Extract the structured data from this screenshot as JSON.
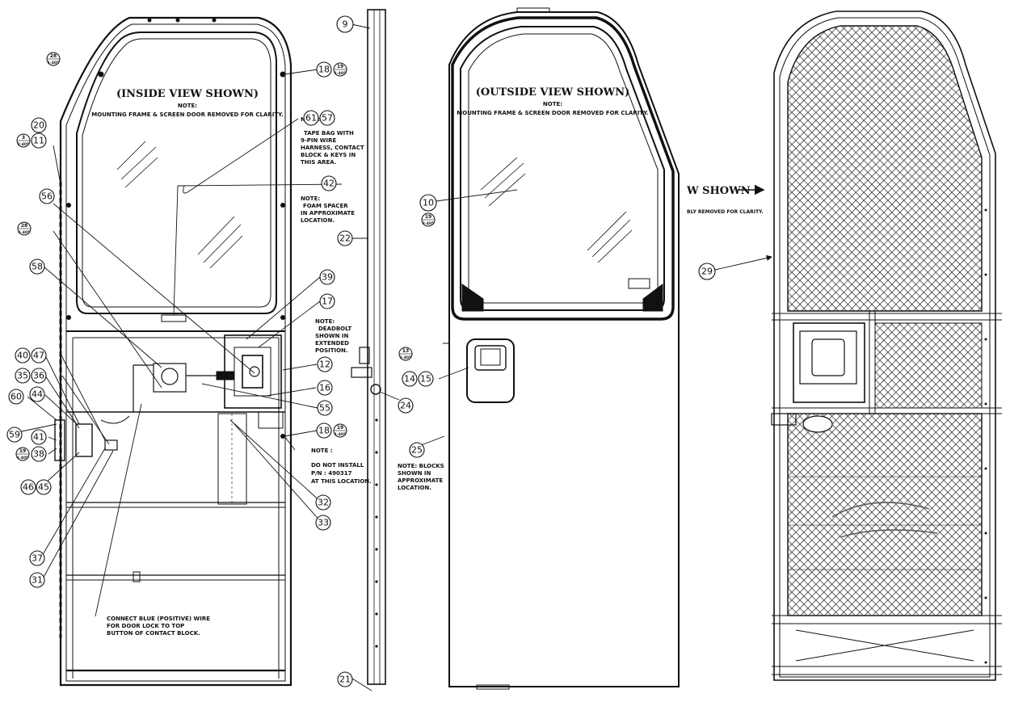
{
  "views": {
    "inside": {
      "title": "(INSIDE VIEW SHOWN)",
      "note_label": "NOTE:",
      "note": "MOUNTING FRAME & SCREEN DOOR REMOVED FOR CLARITY."
    },
    "outside": {
      "title": "(OUTSIDE VIEW SHOWN)",
      "note_label": "NOTE:",
      "note": "MOUNTING FRAME & SCREEN DOOR REMOVED FOR CLARITY."
    },
    "screen": {
      "partial_title": "W SHOWN",
      "partial_note": "BLY REMOVED FOR CLARITY."
    }
  },
  "notes": {
    "tape_bag": [
      "NOTE:",
      "TAPE BAG WITH",
      "9-PIN WIRE",
      "HARNESS, CONTACT",
      "BLOCK & KEYS IN",
      "THIS AREA."
    ],
    "foam_spacer": [
      "NOTE:",
      "FOAM SPACER",
      "IN APPROXIMATE",
      "LOCATION."
    ],
    "deadbolt": [
      "NOTE:",
      "DEADBOLT",
      "SHOWN IN",
      "EXTENDED",
      "POSITION."
    ],
    "do_not_install": [
      "NOTE :",
      "DO NOT INSTALL",
      "P/N :  490317",
      "AT THIS LOCATION."
    ],
    "blocks": [
      "NOTE: BLOCKS",
      "SHOWN IN",
      "APPROXIMATE",
      "LOCATION."
    ],
    "blue_wire": [
      "CONNECT BLUE (POSITIVE) WIRE",
      "FOR DOOR LOCK TO TOP",
      "BUTTON OF CONTACT BLOCK."
    ]
  },
  "callouts": {
    "c9": "9",
    "c18a": "18",
    "c20": "20",
    "c11": "11",
    "c61": "61",
    "c57": "57",
    "c42": "42",
    "c56": "56",
    "c22": "22",
    "c58": "58",
    "c39": "39",
    "c17": "17",
    "c40": "40",
    "c47": "47",
    "c12": "12",
    "c35": "35",
    "c36": "36",
    "c16": "16",
    "c60": "60",
    "c44": "44",
    "c55": "55",
    "c18b": "18",
    "c59": "59",
    "c41": "41",
    "c38": "38",
    "c46": "46",
    "c45": "45",
    "c32": "32",
    "c33": "33",
    "c37": "37",
    "c31": "31",
    "c21": "21",
    "c10": "10",
    "c14": "14",
    "c15": "15",
    "c24": "24",
    "c25": "25",
    "c29": "29"
  },
  "sheet_refs": {
    "r28a": [
      "28",
      "1-405"
    ],
    "r19a": [
      "19",
      "1-405"
    ],
    "r3": [
      "3",
      "2-405"
    ],
    "r28b": [
      "28",
      "1-405"
    ],
    "r19b": [
      "19",
      "1-405"
    ],
    "r19c": [
      "19",
      "1-405"
    ],
    "r13": [
      "13",
      "1-405"
    ],
    "r19d": [
      "19",
      "2-405"
    ]
  }
}
